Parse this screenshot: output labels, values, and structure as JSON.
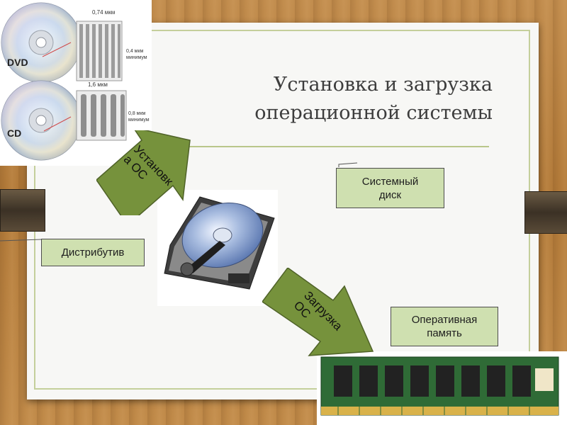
{
  "slide": {
    "title_line1": "Установка и загрузка",
    "title_line2": "операционной системы"
  },
  "boxes": {
    "system_disk_line1": "Системный",
    "system_disk_line2": "диск",
    "distributive": "Дистрибутив",
    "ram_line1": "Оперативная",
    "ram_line2": "память"
  },
  "arrows": {
    "install_line1": "Установк",
    "install_line2": "а ОС",
    "boot_line1": "Загрузка",
    "boot_line2": "ОС"
  },
  "disc_image": {
    "label_dvd": "DVD",
    "label_cd": "CD",
    "dvd_pitch": "0,74 мкм",
    "dvd_pit_min": "0,4 мкм",
    "dvd_pit_sub": "минимум",
    "cd_pitch": "1,6 мкм",
    "cd_pit_min": "0,8 мкм",
    "cd_pit_sub": "минимум"
  },
  "colors": {
    "background_wood": "#b98648",
    "slide": "#f7f7f5",
    "accent_green": "#b9c68a",
    "box_fill": "#cfe0b0",
    "arrow_fill": "#76923c"
  }
}
